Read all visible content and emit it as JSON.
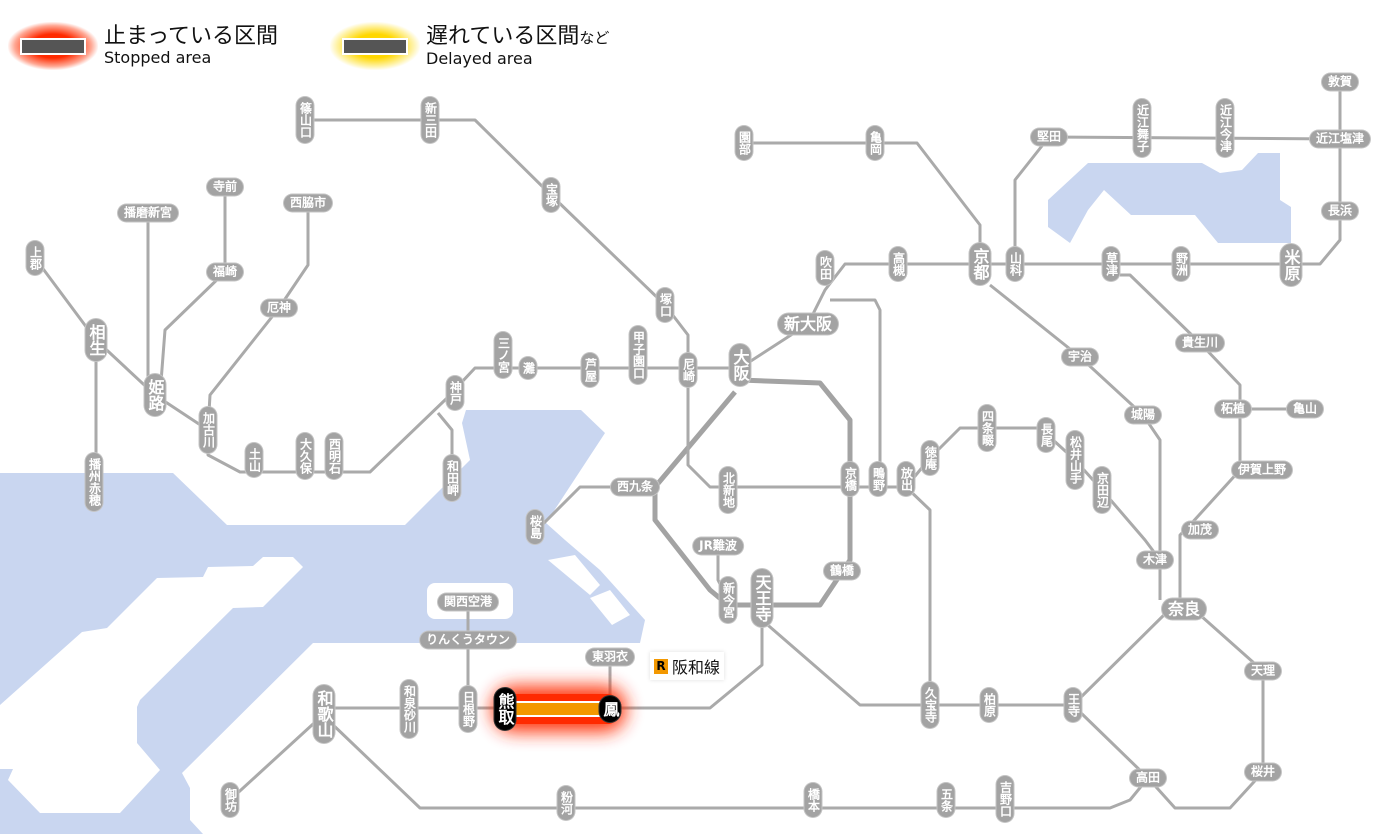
{
  "legend": {
    "stopped": {
      "jp": "止まっている区間",
      "en": "Stopped area",
      "color": "#ff2a00"
    },
    "delayed": {
      "jp": "遅れている区間",
      "jp_suffix": "など",
      "en": "Delayed area",
      "color": "#ffd700"
    }
  },
  "affected_line": {
    "badge": "R",
    "name": "阪和線",
    "badge_color": "#f39800"
  },
  "stopped_section": {
    "from": "熊取",
    "to": "鳳"
  },
  "stations": [
    "篠山口",
    "新三田",
    "宝塚",
    "塚口",
    "尼崎",
    "甲子園口",
    "芦屋",
    "灘",
    "三ノ宮",
    "神戸",
    "和田岬",
    "西明石",
    "大久保",
    "土山",
    "加古川",
    "姫路",
    "相生",
    "上郡",
    "播州赤穂",
    "播磨新宮",
    "寺前",
    "福崎",
    "西脇市",
    "厄神",
    "大阪",
    "新大阪",
    "吹田",
    "高槻",
    "京都",
    "山科",
    "園部",
    "亀岡",
    "堅田",
    "近江舞子",
    "近江今津",
    "近江塩津",
    "敦賀",
    "長浜",
    "米原",
    "野洲",
    "草津",
    "宇治",
    "貴生川",
    "柘植",
    "亀山",
    "伊賀上野",
    "加茂",
    "木津",
    "城陽",
    "奈良",
    "京田辺",
    "松井山手",
    "長尾",
    "四条畷",
    "徳庵",
    "放出",
    "鴫野",
    "京橋",
    "北新地",
    "西九条",
    "桜島",
    "JR難波",
    "新今宮",
    "天王寺",
    "鶴橋",
    "久宝寺",
    "柏原",
    "王寺",
    "天理",
    "桜井",
    "高田",
    "吉野口",
    "五条",
    "橋本",
    "粉河",
    "御坊",
    "和歌山",
    "和泉砂川",
    "日根野",
    "熊取",
    "鳳",
    "東羽衣",
    "りんくうタウン",
    "関西空港"
  ]
}
